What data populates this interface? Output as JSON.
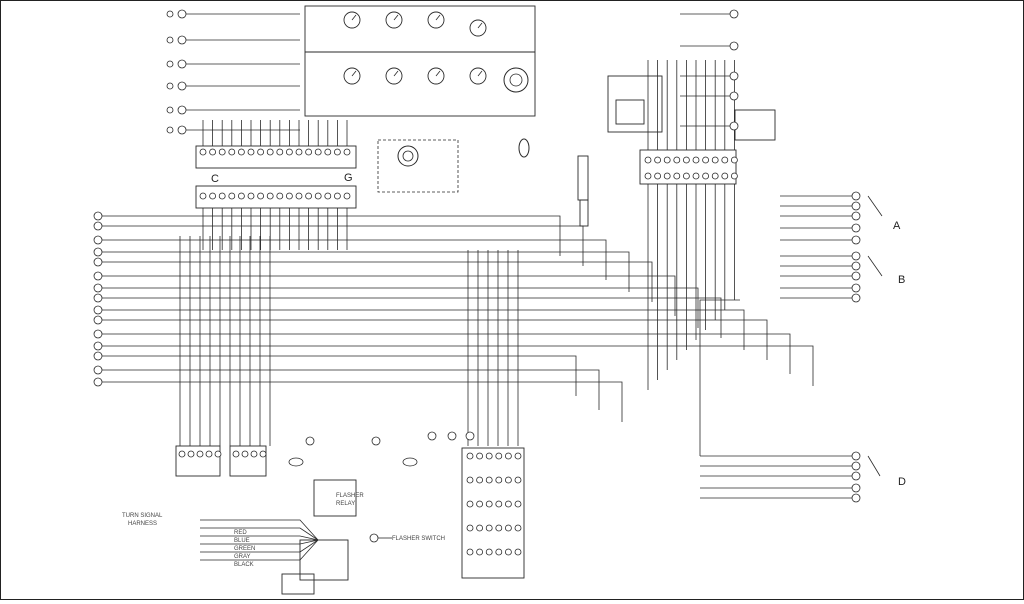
{
  "labels": {
    "jaw_c": "C",
    "jaw_g": "G",
    "plug_a": "A",
    "plug_b": "B",
    "plug_d": "D",
    "turn_signal": "TURN SIGNAL",
    "harness": "HARNESS",
    "flasher": "FLASHER",
    "relay": "RELAY",
    "flasher_switch": "FLASHER SWITCH",
    "wire_red": "RED",
    "wire_blue": "BLUE",
    "wire_green": "GREEN",
    "wire_gray": "GRAY",
    "wire_black": "BLACK"
  },
  "colors": {
    "ink": "#2a2a2a",
    "paper": "#ffffff"
  },
  "icons": {
    "gauge": "gauge-icon",
    "connector_pin": "connector-pin-icon",
    "lamp": "lamp-icon"
  }
}
